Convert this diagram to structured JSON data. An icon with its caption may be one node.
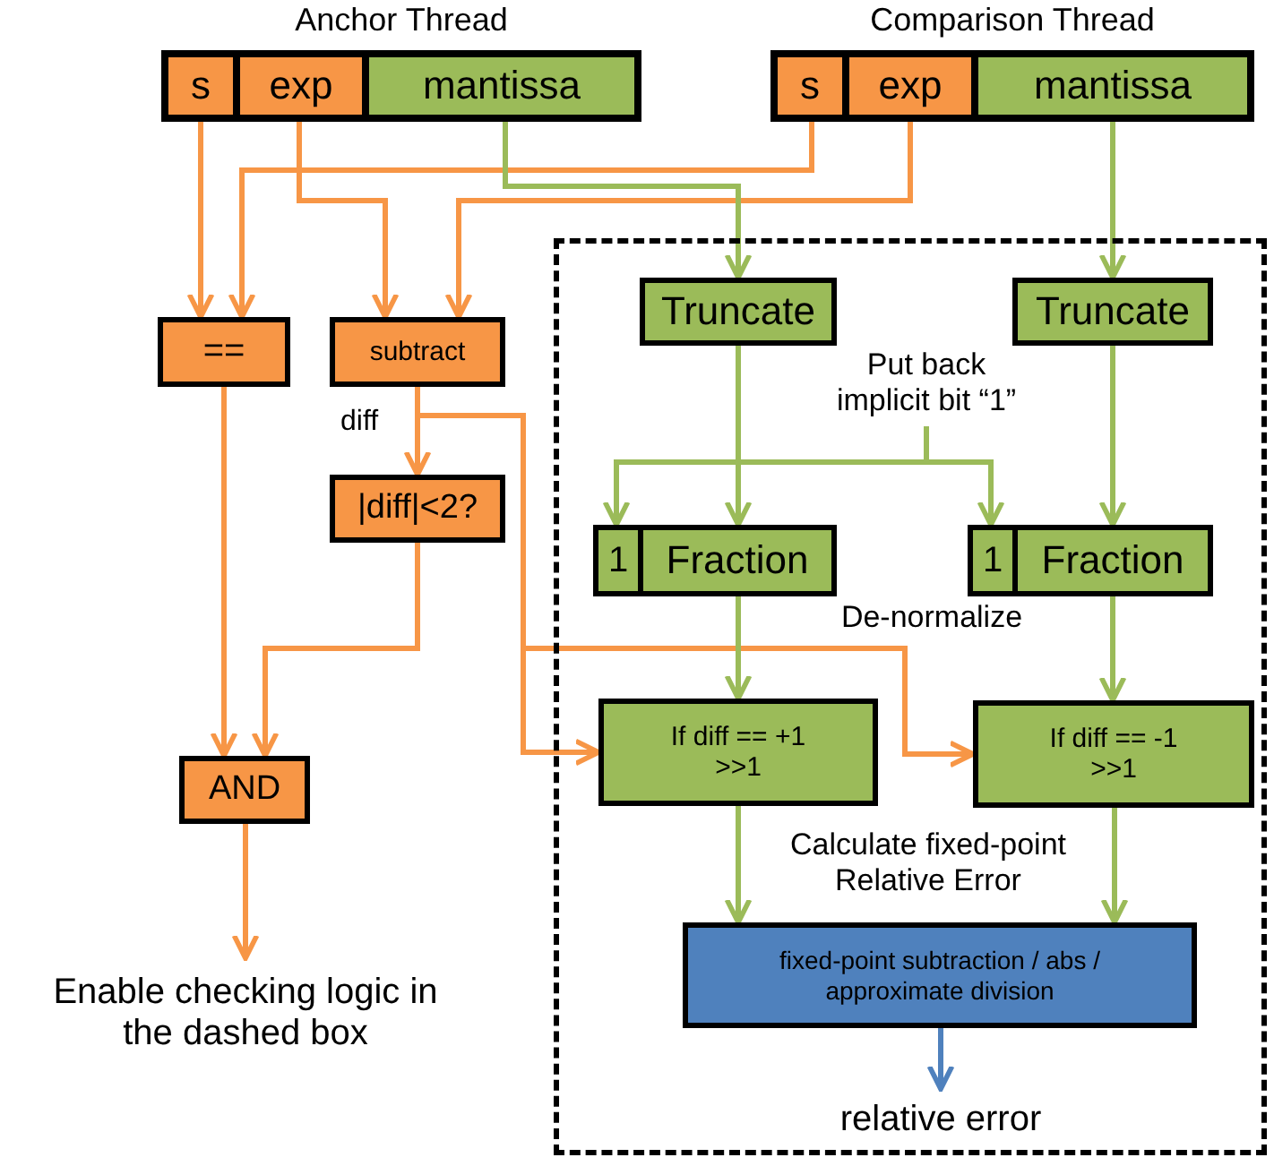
{
  "diagram": {
    "nodes": [
      {
        "text": [
          "Anchor Thread"
        ]
      },
      {
        "text": [
          "s"
        ],
        "in": 0
      },
      {
        "text": [
          "exp"
        ],
        "in": 0
      },
      {
        "text": [
          "mantissa"
        ],
        "in": 0
      },
      {
        "text": [
          "Comparison Thread"
        ]
      },
      {
        "text": [
          "s"
        ],
        "in": 4
      },
      {
        "text": [
          "exp"
        ],
        "in": 4
      },
      {
        "text": [
          "mantissa"
        ],
        "in": 4
      },
      {
        "text": [],
        "shape": "box"
      },
      {
        "text": [
          "=="
        ]
      },
      {
        "text": [
          "subtract"
        ]
      },
      {
        "text": [
          "|diff|<2?"
        ]
      },
      {
        "text": [
          "AND"
        ]
      },
      {
        "text": [
          "Enable checking logic in the dashed box"
        ]
      },
      {
        "text": [
          "Truncate"
        ],
        "in": 8
      },
      {
        "text": [
          "Truncate"
        ],
        "in": 8
      },
      {
        "text": [
          "Put back implicit bit “1”"
        ],
        "in": 8
      },
      {
        "text": [
          "1"
        ],
        "in": 8
      },
      {
        "text": [
          "Fraction"
        ],
        "in": 8
      },
      {
        "text": [
          "1"
        ],
        "in": 8
      },
      {
        "text": [
          "Fraction"
        ],
        "in": 8
      },
      {
        "text": [
          "If diff == +1",
          ">>1"
        ],
        "in": 8
      },
      {
        "text": [
          "If diff == -1",
          ">>1"
        ],
        "in": 8
      },
      {
        "text": [
          "fixed-point subtraction / abs / approximate division"
        ],
        "in": 8
      },
      {
        "text": [
          "relative error"
        ],
        "in": 8
      }
    ],
    "edges": [
      {
        "from": 1,
        "to": 9,
        "arrow": "to",
        "color": "#f79646"
      },
      {
        "from": 5,
        "to": 9,
        "arrow": "to",
        "color": "#f79646"
      },
      {
        "from": 2,
        "to": 10,
        "arrow": "to",
        "color": "#f79646"
      },
      {
        "from": 6,
        "to": 10,
        "arrow": "to",
        "color": "#f79646"
      },
      {
        "from": 3,
        "to": 14,
        "arrow": "to",
        "color": "#9bbb59"
      },
      {
        "from": 7,
        "to": 15,
        "arrow": "to",
        "color": "#9bbb59"
      },
      {
        "from": 9,
        "to": 12,
        "arrow": "to",
        "color": "#f79646"
      },
      {
        "from": 10,
        "to": 11,
        "arrow": "to",
        "label": "diff",
        "color": "#f79646"
      },
      {
        "from": 11,
        "to": 12,
        "arrow": "to",
        "color": "#f79646"
      },
      {
        "from": 10,
        "to": 21,
        "arrow": "to",
        "color": "#f79646"
      },
      {
        "from": 10,
        "to": 22,
        "arrow": "to",
        "color": "#f79646"
      },
      {
        "from": 14,
        "to": 18,
        "arrow": "to",
        "color": "#9bbb59"
      },
      {
        "from": 15,
        "to": 20,
        "arrow": "to",
        "color": "#9bbb59"
      },
      {
        "from": 16,
        "to": 17,
        "arrow": "to",
        "color": "#9bbb59"
      },
      {
        "from": 16,
        "to": 19,
        "arrow": "to",
        "color": "#9bbb59"
      },
      {
        "from": 18,
        "to": 21,
        "arrow": "to",
        "color": "#9bbb59"
      },
      {
        "from": 20,
        "to": 22,
        "arrow": "to",
        "color": "#9bbb59"
      },
      {
        "from": 21,
        "to": 23,
        "arrow": "to",
        "color": "#9bbb59"
      },
      {
        "from": 22,
        "to": 23,
        "arrow": "to",
        "color": "#9bbb59"
      },
      {
        "from": 23,
        "to": 24,
        "arrow": "to",
        "color": "#4f81bd"
      },
      {
        "from": 12,
        "to": 13,
        "arrow": "to",
        "color": "#f79646"
      }
    ],
    "labels": [
      "De-normalize",
      "Calculate fixed-point Relative Error"
    ]
  }
}
